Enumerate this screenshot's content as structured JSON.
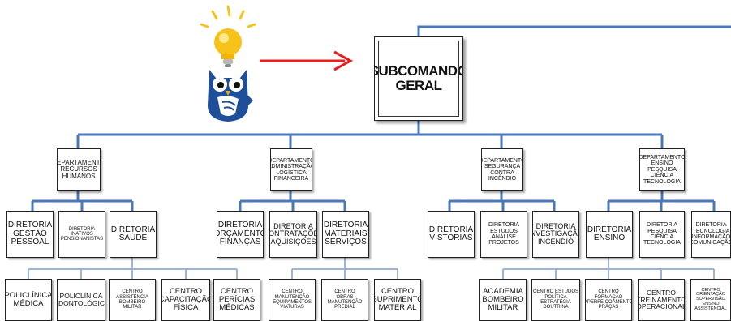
{
  "main": {
    "label": "SUBCOMANDO\nGERAL"
  },
  "departments": [
    {
      "id": "rh",
      "label": "DEPARTAMENTO\nRECURSOS\nHUMANOS"
    },
    {
      "id": "adm",
      "label": "DEPARTAMENTO\nADMINISTRAÇÃO\nLOGÍSTICA\nFINANCEIRA"
    },
    {
      "id": "seg",
      "label": "DEPARTAMENTO\nSEGURANÇA\nCONTRA\nINCÊNDIO"
    },
    {
      "id": "ens",
      "label": "DEPARTAMENTO\nENSINO PESQUISA\nCIÊNCIA\nTECNOLOGIA"
    }
  ],
  "directorates": [
    {
      "label": "DIRETORIA\nGESTÃO\nPESSOAL"
    },
    {
      "label": "DIRETORIA\nINATIVOS\nPENSIONANISTAS"
    },
    {
      "label": "DIRETORIA\nSAÚDE"
    },
    {
      "label": "DIRETORIA\nORÇAMENTO\nFINANÇAS"
    },
    {
      "label": "DIRETORIA\nCONTRATAÇÕES\nAQUISIÇÕES"
    },
    {
      "label": "DIRETORIA\nMATERIAIS\nSERVIÇOS"
    },
    {
      "label": "DIRETORIA\nVISTORIAS"
    },
    {
      "label": "DIRETORIA\nESTUDOS\nANÁLISE\nPROJETOS"
    },
    {
      "label": "DIRETORIA\nINVESTIGAÇÃO\nINCÊNDIO"
    },
    {
      "label": "DIRETORIA\nENSINO"
    },
    {
      "label": "DIRETORIA\nPESQUISA\nCIÊNCIA\nTECNOLOGIA"
    },
    {
      "label": "DIRETORIA\nTECNOLOGIA\nINFORMAÇÃO\nCOMUNICAÇÃO"
    }
  ],
  "centers": [
    {
      "label": "POLICLÍNICA\nMÉDICA"
    },
    {
      "label": "POLICLÍNICA\nODONTOLÓGICA"
    },
    {
      "label": "CENTRO\nASSISTÊNCIA\nBOMBEIRO MILITAR"
    },
    {
      "label": "CENTRO\nCAPACITAÇÃO\nFÍSICA"
    },
    {
      "label": "CENTRO\nPERÍCIAS\nMÉDICAS"
    },
    {
      "label": "CENTRO\nMANUTENÇÃO\nEQUIPAMENTOS\nVIATURAS"
    },
    {
      "label": "CENTRO\nOBRAS\nMANUTENÇÃO\nPREDIAL"
    },
    {
      "label": "CENTRO\nSUPRIMENTO\nMATERIAL"
    },
    {
      "label": "ACADEMIA\nBOMBEIRO\nMILITAR"
    },
    {
      "label": "CENTRO ESTUDOS\nPOLÍTICA ESTRATÉGIA\nDOUTRINA"
    },
    {
      "label": "CENTRO FORMAÇÃO\nAPERFEIÇOAMENTO\nPRAÇAS"
    },
    {
      "label": "CENTRO\nTREINAMENTO\nOPERACIONAL"
    },
    {
      "label": "CENTRO ORIENTAÇÃO\nSUPERVISÃO ENSINO\nASSISTENCIAL"
    }
  ],
  "colors": {
    "connector": "#4a78b8",
    "connector_light": "#9db4d8",
    "arrow": "#e81e1e",
    "owl": "#1f4f99",
    "bulb": "#f7c21a"
  },
  "icons": {
    "mascot": "owl-icon",
    "idea": "lightbulb-icon",
    "pointer": "arrow-right-icon"
  }
}
